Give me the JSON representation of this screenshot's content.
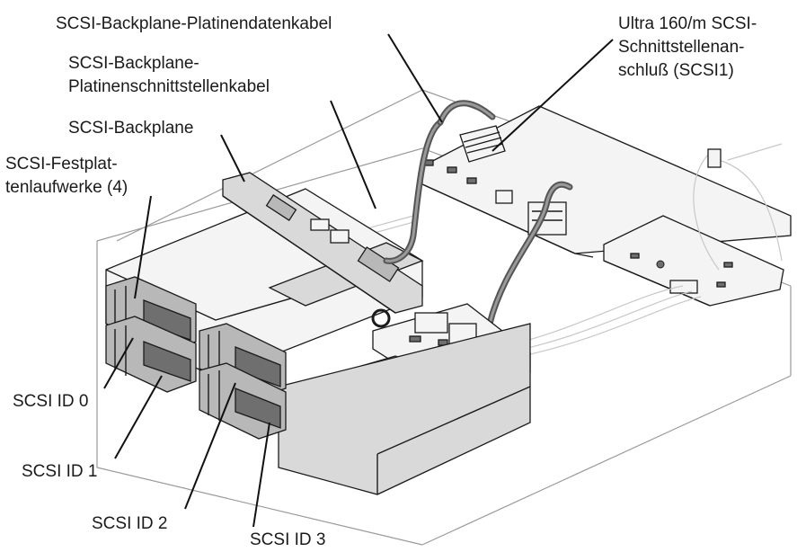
{
  "labels": {
    "backplane_data_cable": "SCSI-Backplane-Platinendatenkabel",
    "ultra_line1": "Ultra 160/m SCSI-",
    "ultra_line2": "Schnittstellenan-",
    "ultra_line3": "schluß (SCSI1)",
    "interface_cable_line1": "SCSI-Backplane-",
    "interface_cable_line2": "Platinenschnittstellenkabel",
    "backplane": "SCSI-Backplane",
    "drives_line1": "SCSI-Festplat-",
    "drives_line2": "tenlaufwerke (4)",
    "id0": "SCSI ID 0",
    "id1": "SCSI ID 1",
    "id2": "SCSI ID 2",
    "id3": "SCSI ID 3"
  },
  "colors": {
    "line": "#1b1b1b",
    "metal_light": "#d9d9d9",
    "metal_mid": "#b8b8b8",
    "metal_dark": "#6f6f6f",
    "cable": "#555555"
  }
}
